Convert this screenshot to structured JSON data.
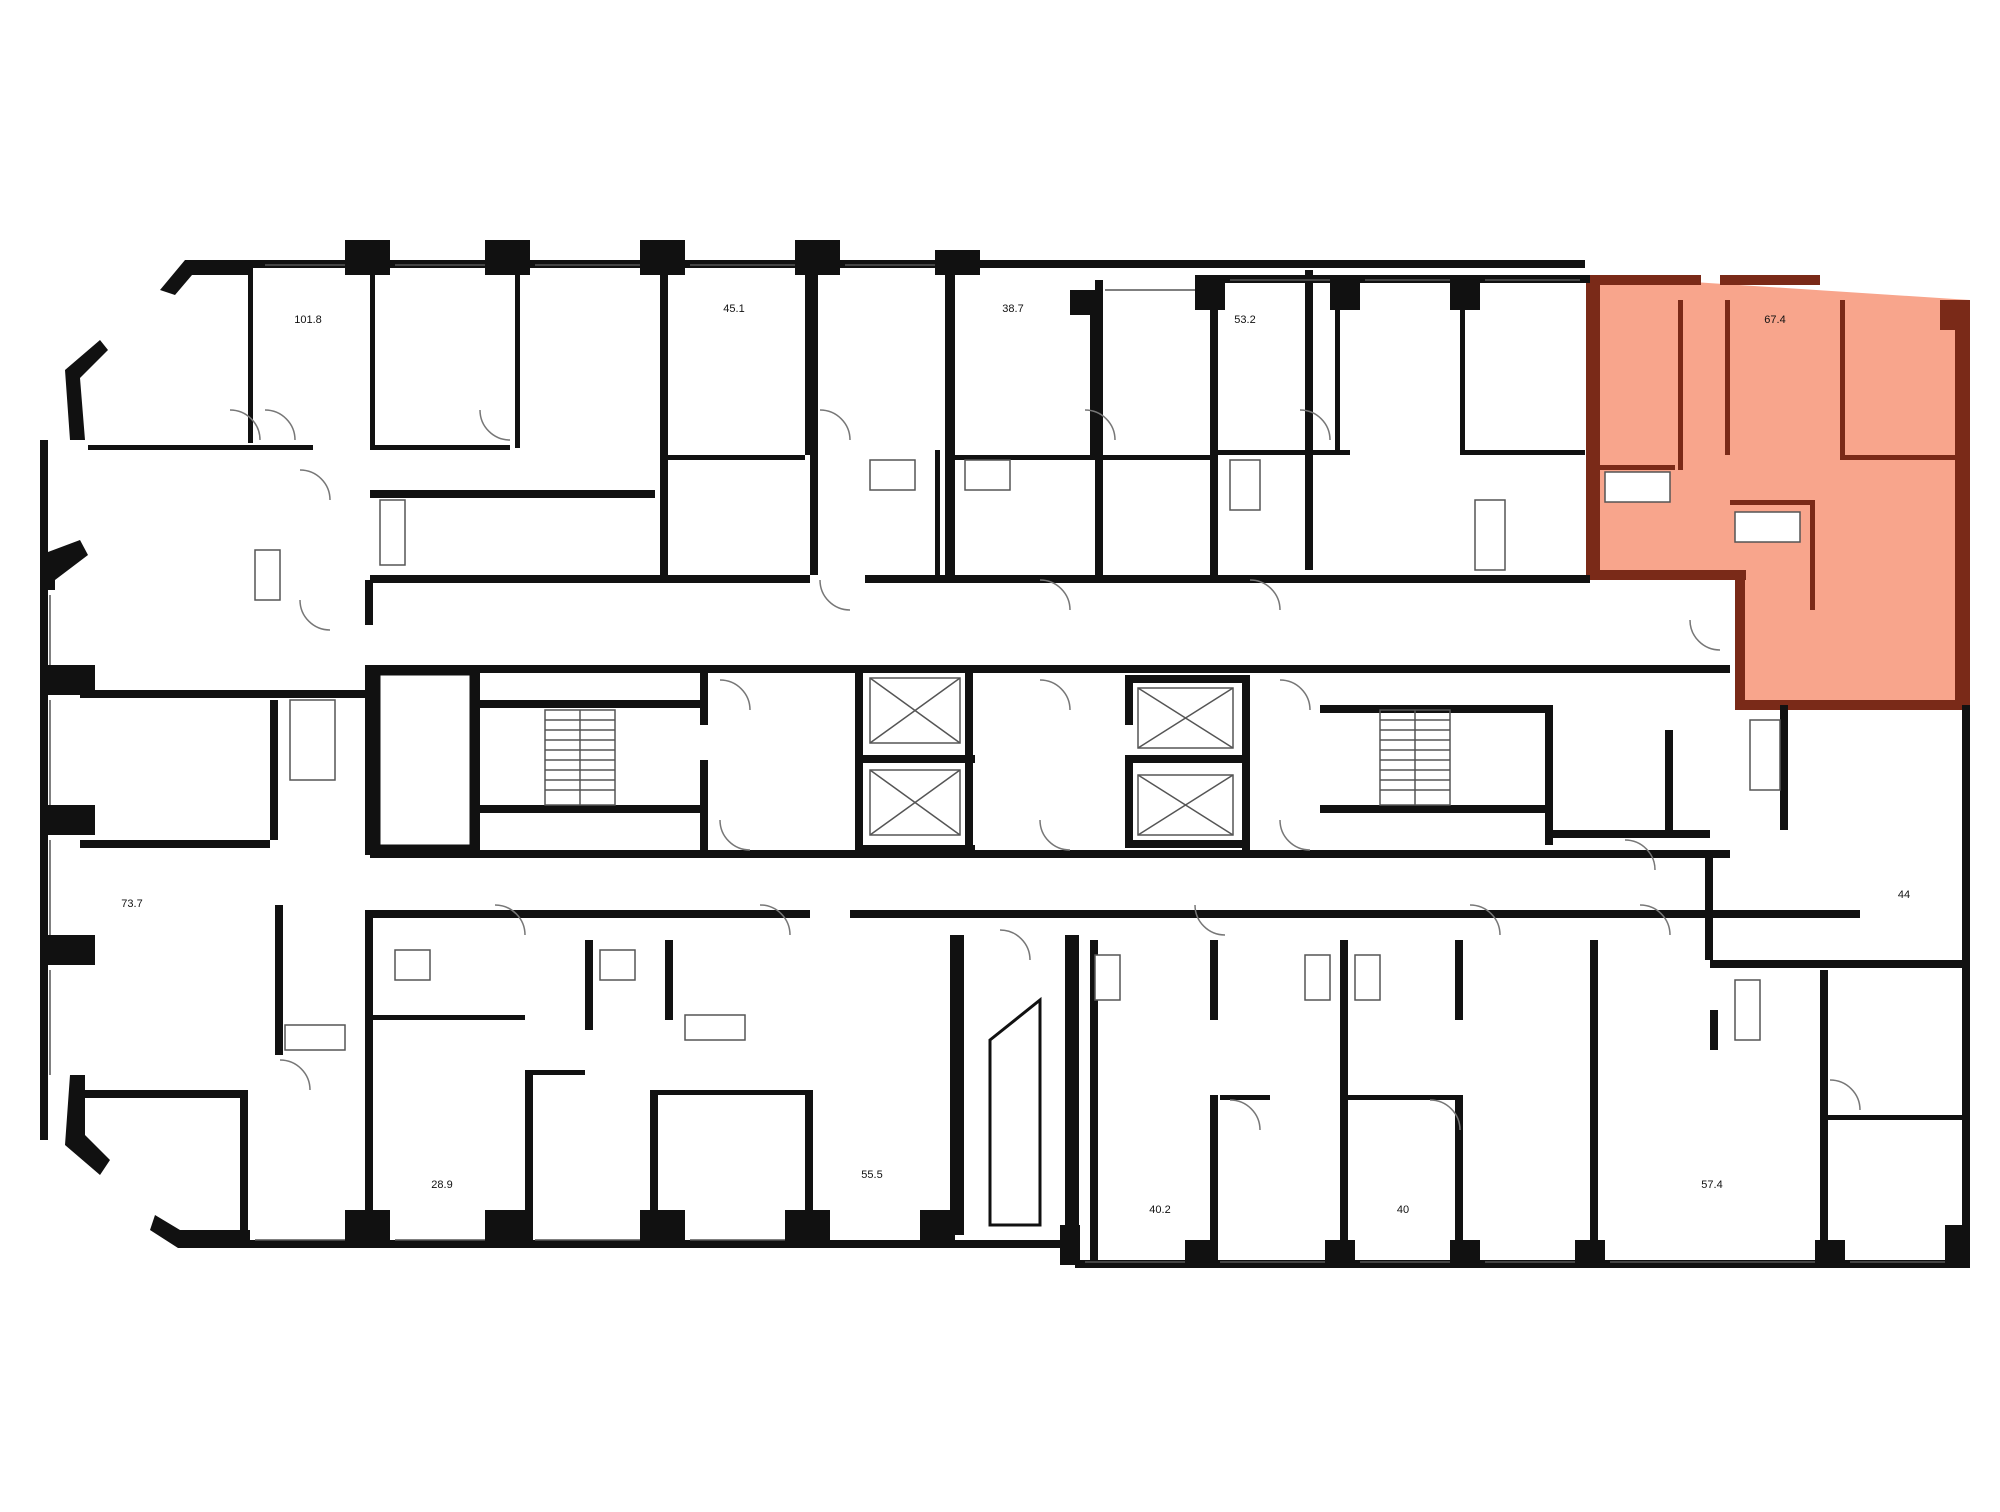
{
  "floor_plan": {
    "highlight_color": "#f8a58c",
    "highlight_wall_color": "#7a2a18",
    "wall_color": "#111111",
    "selected_apartment": "67.4",
    "apartments": [
      {
        "id": "apt-101-8",
        "area": "101.8",
        "selected": false
      },
      {
        "id": "apt-45-1",
        "area": "45.1",
        "selected": false
      },
      {
        "id": "apt-38-7",
        "area": "38.7",
        "selected": false
      },
      {
        "id": "apt-53-2",
        "area": "53.2",
        "selected": false
      },
      {
        "id": "apt-67-4",
        "area": "67.4",
        "selected": true
      },
      {
        "id": "apt-73-7",
        "area": "73.7",
        "selected": false
      },
      {
        "id": "apt-44",
        "area": "44",
        "selected": false
      },
      {
        "id": "apt-28-9",
        "area": "28.9",
        "selected": false
      },
      {
        "id": "apt-55-5",
        "area": "55.5",
        "selected": false
      },
      {
        "id": "apt-40-2",
        "area": "40.2",
        "selected": false
      },
      {
        "id": "apt-40",
        "area": "40",
        "selected": false
      },
      {
        "id": "apt-57-4",
        "area": "57.4",
        "selected": false
      }
    ]
  }
}
